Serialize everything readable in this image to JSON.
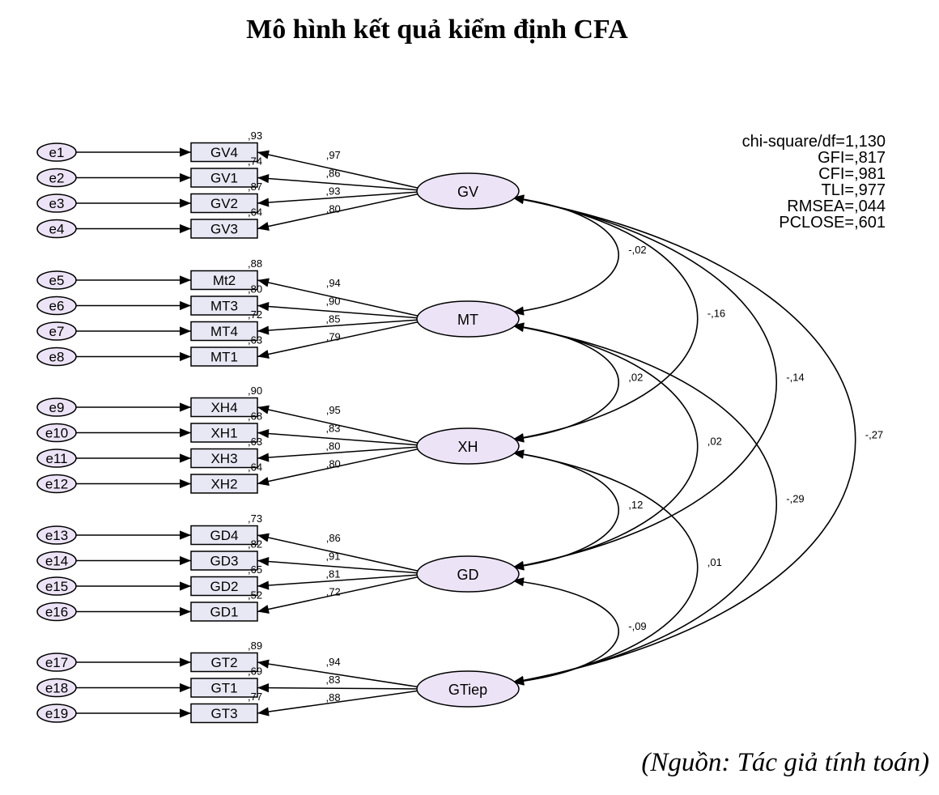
{
  "title": "Mô hình kết quả kiểm định CFA",
  "source": "(Nguồn: Tác giả tính toán)",
  "fit_stats": [
    "chi-square/df=1,130",
    "GFI=,817",
    "CFI=,981",
    "TLI=,977",
    "RMSEA=,044",
    "PCLOSE=,601"
  ],
  "colors": {
    "node_fill": "#ece4f6",
    "box_fill": "#e8e8f4",
    "stroke": "#000000"
  },
  "factors": [
    {
      "id": "GV",
      "label": "GV",
      "items": [
        {
          "label": "GV4",
          "error": "e1",
          "r2": ",93",
          "loading": ",97"
        },
        {
          "label": "GV1",
          "error": "e2",
          "r2": ",74",
          "loading": ",86"
        },
        {
          "label": "GV2",
          "error": "e3",
          "r2": ",87",
          "loading": ",93"
        },
        {
          "label": "GV3",
          "error": "e4",
          "r2": ",64",
          "loading": ",80"
        }
      ]
    },
    {
      "id": "MT",
      "label": "MT",
      "items": [
        {
          "label": "Mt2",
          "error": "e5",
          "r2": ",88",
          "loading": ",94"
        },
        {
          "label": "MT3",
          "error": "e6",
          "r2": ",80",
          "loading": ",90"
        },
        {
          "label": "MT4",
          "error": "e7",
          "r2": ",72",
          "loading": ",85"
        },
        {
          "label": "MT1",
          "error": "e8",
          "r2": ",63",
          "loading": ",79"
        }
      ]
    },
    {
      "id": "XH",
      "label": "XH",
      "items": [
        {
          "label": "XH4",
          "error": "e9",
          "r2": ",90",
          "loading": ",95"
        },
        {
          "label": "XH1",
          "error": "e10",
          "r2": ",68",
          "loading": ",83"
        },
        {
          "label": "XH3",
          "error": "e11",
          "r2": ",63",
          "loading": ",80"
        },
        {
          "label": "XH2",
          "error": "e12",
          "r2": ",64",
          "loading": ",80"
        }
      ]
    },
    {
      "id": "GD",
      "label": "GD",
      "items": [
        {
          "label": "GD4",
          "error": "e13",
          "r2": ",73",
          "loading": ",86"
        },
        {
          "label": "GD3",
          "error": "e14",
          "r2": ",82",
          "loading": ",91"
        },
        {
          "label": "GD2",
          "error": "e15",
          "r2": ",65",
          "loading": ",81"
        },
        {
          "label": "GD1",
          "error": "e16",
          "r2": ",52",
          "loading": ",72"
        }
      ]
    },
    {
      "id": "GTiep",
      "label": "GTiep",
      "items": [
        {
          "label": "GT2",
          "error": "e17",
          "r2": ",89",
          "loading": ",94"
        },
        {
          "label": "GT1",
          "error": "e18",
          "r2": ",69",
          "loading": ",83"
        },
        {
          "label": "GT3",
          "error": "e19",
          "r2": ",77",
          "loading": ",88"
        }
      ]
    }
  ],
  "covariances": [
    {
      "from": "GV",
      "to": "MT",
      "value": "-,02"
    },
    {
      "from": "GV",
      "to": "XH",
      "value": "-,16"
    },
    {
      "from": "GV",
      "to": "GD",
      "value": "-,14"
    },
    {
      "from": "GV",
      "to": "GTiep",
      "value": "-,27"
    },
    {
      "from": "MT",
      "to": "XH",
      "value": ",02"
    },
    {
      "from": "MT",
      "to": "GD",
      "value": ",02"
    },
    {
      "from": "MT",
      "to": "GTiep",
      "value": "-,29"
    },
    {
      "from": "XH",
      "to": "GD",
      "value": ",12"
    },
    {
      "from": "XH",
      "to": "GTiep",
      "value": ",01"
    },
    {
      "from": "GD",
      "to": "GTiep",
      "value": "-,09"
    }
  ]
}
